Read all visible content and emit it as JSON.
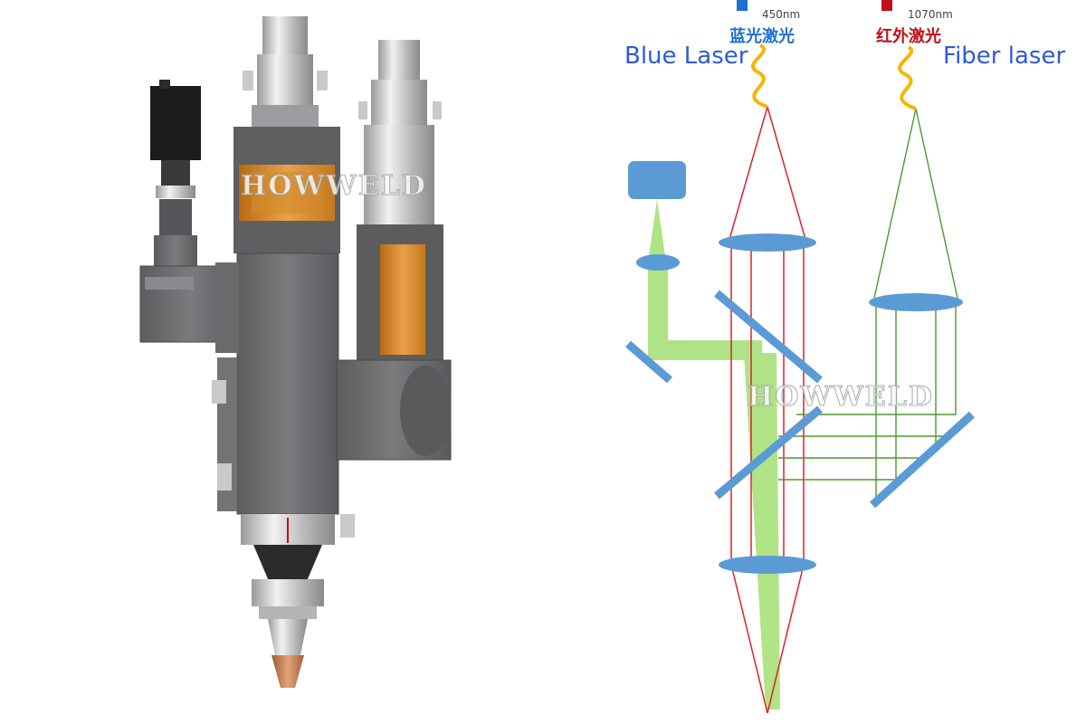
{
  "brand": {
    "watermark": "HOWWELD"
  },
  "legend": {
    "blue": {
      "wavelength": "450nm",
      "label_cn": "蓝光激光",
      "color": "#1f6fd1"
    },
    "fiber": {
      "wavelength": "1070nm",
      "label_cn": "红外激光",
      "color": "#c0101a"
    }
  },
  "labels": {
    "blue_laser": "Blue Laser",
    "fiber_laser": "Fiber laser"
  },
  "colors": {
    "optic": "#5b9bd5",
    "red_beam": "#e0202a",
    "green_beam": "#4e9a2e",
    "blue_beam_fill": "#a8e07a",
    "fiber_wave": "#f2b705",
    "head_metal": "#6e6e70",
    "head_orange": "#d9861f",
    "nozzle_copper": "#c8774a"
  }
}
